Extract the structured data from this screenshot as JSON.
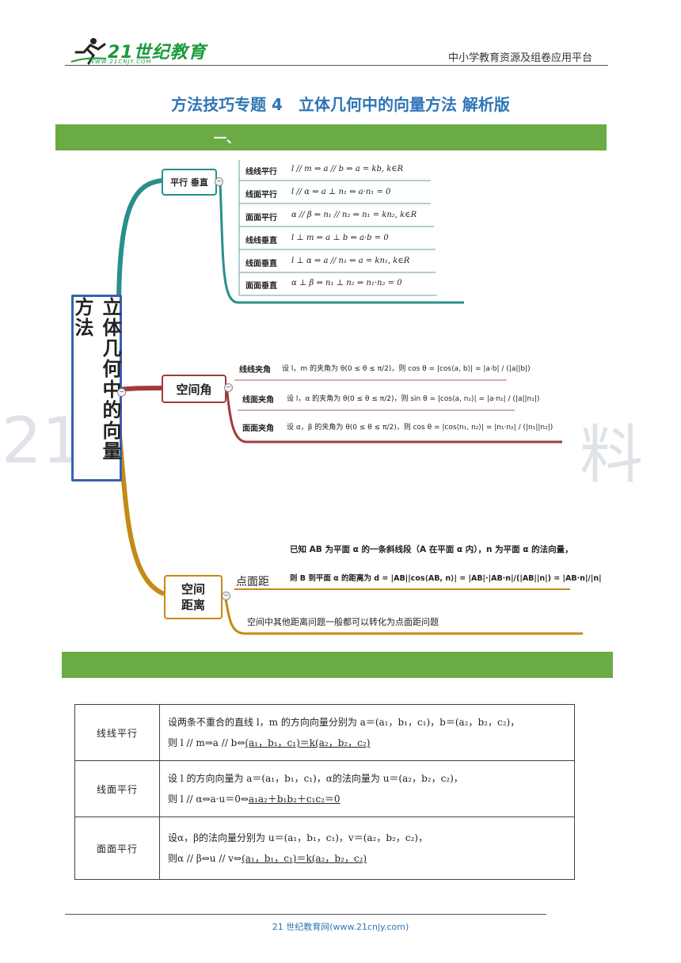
{
  "header": {
    "logo_text": "21世纪教育",
    "logo_sub": "WWW.21CNJY.COM",
    "platform": "中小学教育资源及组卷应用平台"
  },
  "title": "方法技巧专题 4　立体几何中的向量方法 解析版",
  "section1": {
    "label": "一、"
  },
  "watermark": {
    "left": "21",
    "right": "料"
  },
  "mindmap": {
    "central": "立体几何中的向量方法",
    "branch1": {
      "label": "平行 垂直",
      "rows": [
        {
          "name": "线线平行",
          "formula": "l // m ⇔ a // b ⇔ a = kb, k∈R"
        },
        {
          "name": "线面平行",
          "formula": "l // α ⇔ a ⊥ n₁ ⇔ a·n₁ = 0"
        },
        {
          "name": "面面平行",
          "formula": "α // β ⇔ n₁ // n₂ ⇔ n₁ = kn₂, k∈R"
        },
        {
          "name": "线线垂直",
          "formula": "l ⊥ m ⇔ a ⊥ b ⇔ a·b = 0"
        },
        {
          "name": "线面垂直",
          "formula": "l ⊥ α ⇔ a // n₁ ⇔ a = kn₁, k∈R"
        },
        {
          "name": "面面垂直",
          "formula": "α ⊥ β ⇔ n₁ ⊥ n₂ ⇔ n₁·n₂ = 0"
        }
      ]
    },
    "branch2": {
      "label": "空间角",
      "rows": [
        {
          "name": "线线夹角",
          "text": "设 l，m 的夹角为 θ(0 ≤ θ ≤ π/2)，则 cos θ = |cos⟨a, b⟩| = |a·b| / (|a||b|)"
        },
        {
          "name": "线面夹角",
          "text": "设 l，α 的夹角为 θ(0 ≤ θ ≤ π/2)，则 sin θ = |cos⟨a, n₁⟩| = |a·n₁| / (|a||n₁|)"
        },
        {
          "name": "面面夹角",
          "text": "设 α，β 的夹角为 θ(0 ≤ θ ≤ π/2)，则 cos θ = |cos⟨n₁, n₂⟩| = |n₁·n₂| / (|n₁||n₂|)"
        }
      ]
    },
    "branch3": {
      "label": "空间\n距离",
      "sub_label": "点面距",
      "line1": "已知 AB 为平面 α 的一条斜线段（A 在平面 α 内），n 为平面 α 的法向量，",
      "line2": "则 B 到平面 α 的距离为 d = |AB||cos⟨AB, n⟩| = |AB|·|AB·n|/(|AB||n|) = |AB·n|/|n|",
      "note": "空间中其他距离问题一般都可以转化为点面距问题"
    }
  },
  "table": {
    "rows": [
      {
        "label": "线线平行",
        "line1": "设两条不重合的直线 l，m 的方向向量分别为 a＝(a₁，b₁，c₁)，b＝(a₂，b₂，c₂)，",
        "line2_prefix": "则 l // m⇒a // b⇔",
        "line2_underlined": "(a₁，b₁，c₁)＝k(a₂，b₂，c₂)"
      },
      {
        "label": "线面平行",
        "line1": "设 l 的方向向量为 a＝(a₁，b₁，c₁)，α的法向量为 u＝(a₂，b₂，c₂)，",
        "line2_prefix": "则 l // α⇔a·u＝0⇔",
        "line2_underlined": "a₁a₂＋b₁b₂＋c₁c₂＝0"
      },
      {
        "label": "面面平行",
        "line1": "设α，β的法向量分别为 u＝(a₁，b₁，c₁)，v＝(a₂，b₂，c₂)，",
        "line2_prefix": "则α // β⇔u // v⇔",
        "line2_underlined": "(a₁，b₁，c₁)＝k(a₂，b₂，c₂)"
      }
    ]
  },
  "footer": "21 世纪教育网(www.21cnjy.com)",
  "colors": {
    "bar": "#6aab46",
    "title": "#2f75b5",
    "branch1": "#2a8f8a",
    "branch2": "#a23b3b",
    "branch3": "#c48a16",
    "central_border": "#3a5fb0"
  }
}
